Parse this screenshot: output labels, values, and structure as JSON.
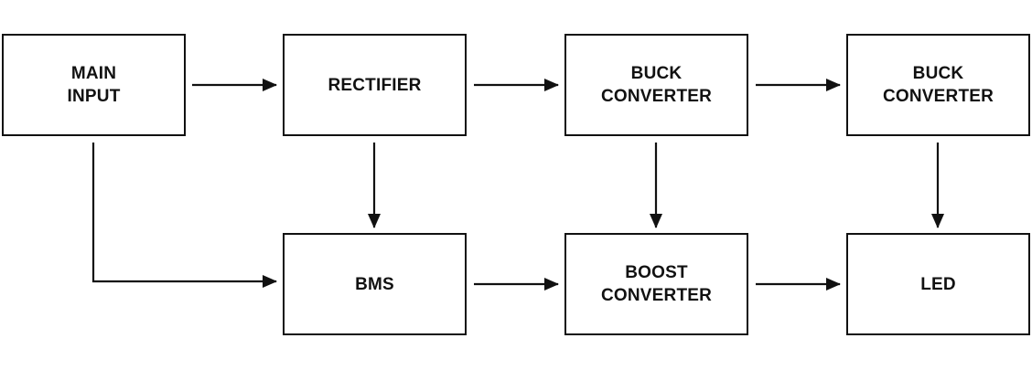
{
  "diagram": {
    "nodes": {
      "main_input": {
        "lines": [
          "MAIN",
          "INPUT"
        ]
      },
      "rectifier": {
        "lines": [
          "RECTIFIER"
        ]
      },
      "buck_converter_1": {
        "lines": [
          "BUCK",
          "CONVERTER"
        ]
      },
      "buck_converter_2": {
        "lines": [
          "BUCK",
          "CONVERTER"
        ]
      },
      "bms": {
        "lines": [
          "BMS"
        ]
      },
      "boost_converter": {
        "lines": [
          "BOOST",
          "CONVERTER"
        ]
      },
      "led": {
        "lines": [
          "LED"
        ]
      }
    },
    "edges": [
      {
        "from": "main_input",
        "to": "rectifier"
      },
      {
        "from": "rectifier",
        "to": "buck_converter_1"
      },
      {
        "from": "buck_converter_1",
        "to": "buck_converter_2"
      },
      {
        "from": "main_input",
        "to": "bms"
      },
      {
        "from": "rectifier",
        "to": "bms"
      },
      {
        "from": "buck_converter_1",
        "to": "boost_converter"
      },
      {
        "from": "buck_converter_2",
        "to": "led"
      },
      {
        "from": "bms",
        "to": "boost_converter"
      },
      {
        "from": "boost_converter",
        "to": "led"
      }
    ],
    "colors": {
      "stroke": "#111111",
      "background": "#ffffff"
    }
  }
}
